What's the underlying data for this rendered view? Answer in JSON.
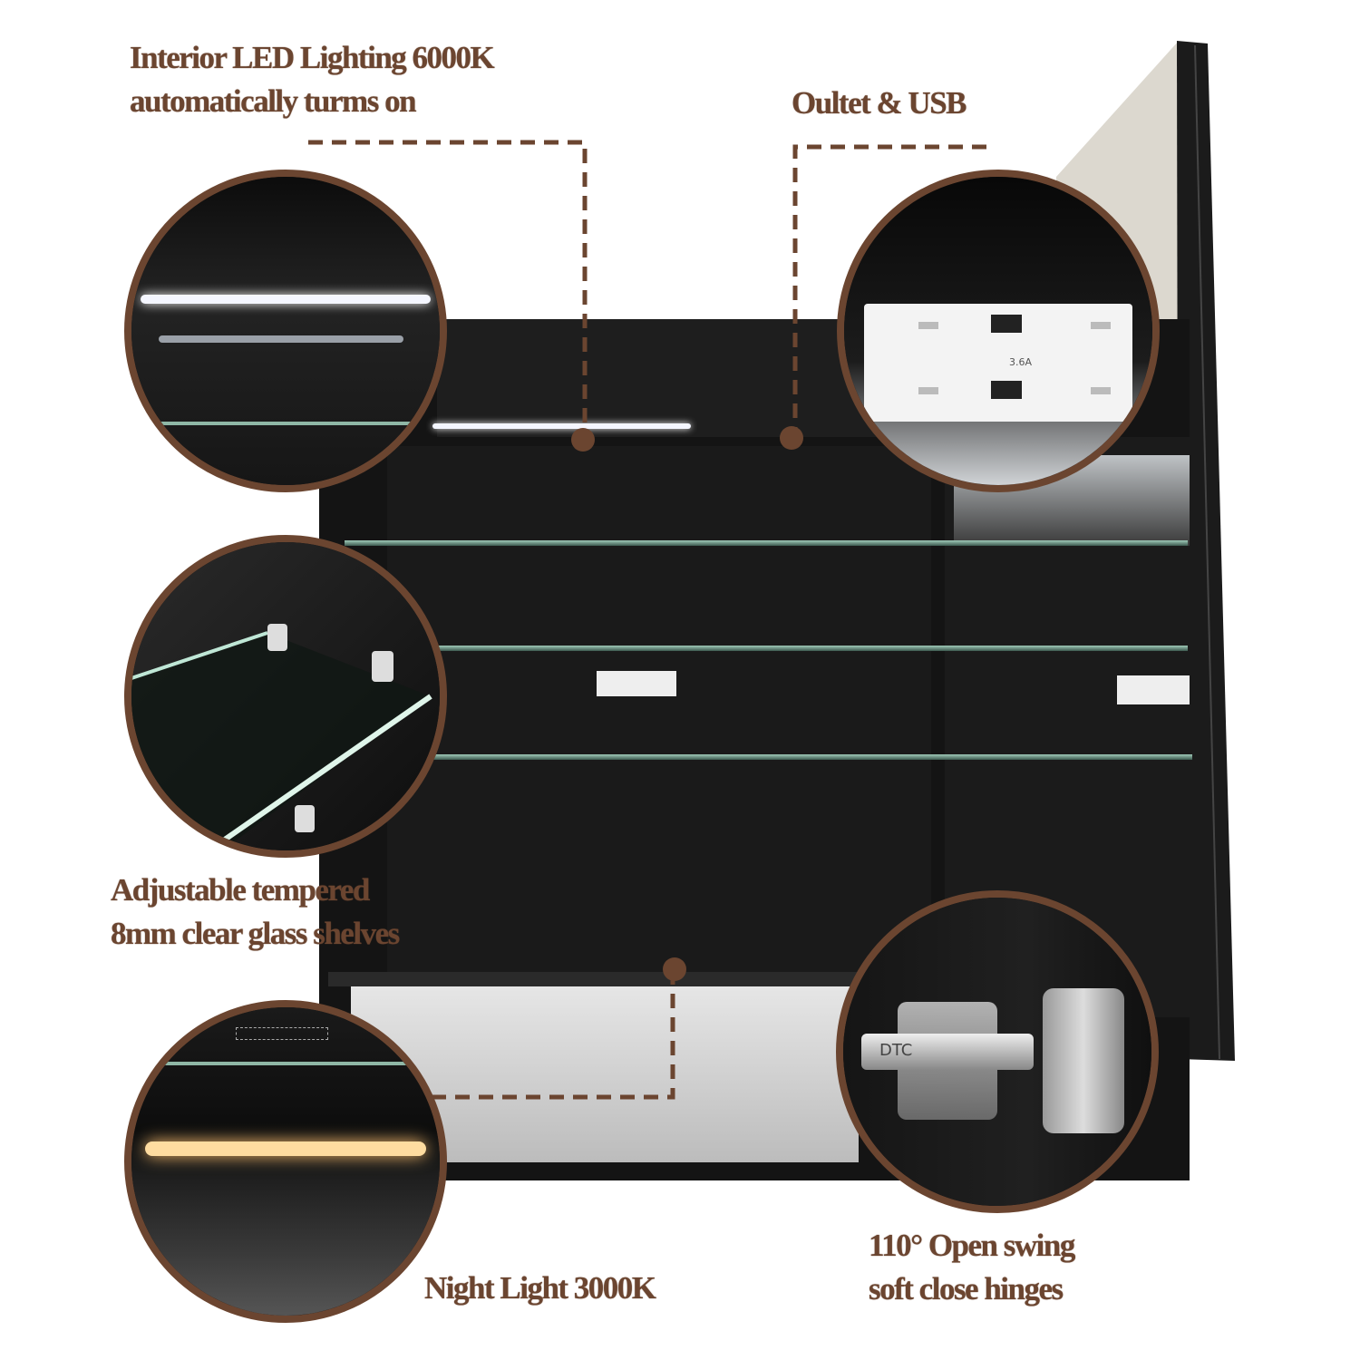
{
  "labels": {
    "interior_led_line1": "Interior LED Lighting 6000K",
    "interior_led_line2": "automatically turms on",
    "outlet_usb": "Oultet & USB",
    "shelves_line1": "Adjustable tempered",
    "shelves_line2": "8mm clear glass shelves",
    "night_light": "Night Light 3000K",
    "hinge_line1": "110° Open swing",
    "hinge_line2": "soft close hinges"
  },
  "outlet": {
    "rating": "3.6A"
  },
  "hinge": {
    "brand": "DTC"
  },
  "colors": {
    "accent": "#6b4530",
    "cabinet": "#151515",
    "led_cool": "#f4f6ff",
    "led_warm": "#ffdca0"
  }
}
